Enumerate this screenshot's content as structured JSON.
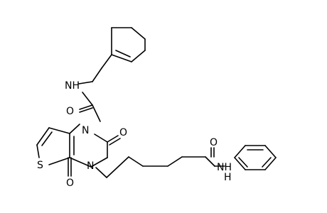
{
  "molecule": {
    "atom_labels": {
      "nh_top": "NH",
      "o_amide_top": "O",
      "n1": "N",
      "o_c2": "O",
      "n3": "N",
      "s_thiophene": "S",
      "o_c4": "O",
      "o_amide_right": "O",
      "nh_bottom": "NH",
      "h_bottom": "H"
    }
  }
}
